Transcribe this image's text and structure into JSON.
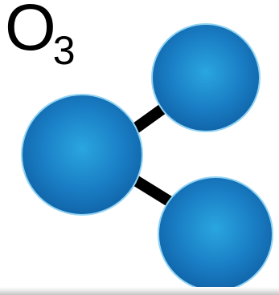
{
  "formula": {
    "symbol": "O",
    "subscript": "3"
  },
  "molecule": {
    "atoms": [
      "oxygen",
      "oxygen",
      "oxygen"
    ],
    "bonds": 2,
    "colors": {
      "atom_light": "#2aa6df",
      "atom_mid": "#1a7fc6",
      "atom_dark": "#0f5fa3",
      "atom_rim": "#8fd3f2",
      "bond": "#000000"
    }
  }
}
